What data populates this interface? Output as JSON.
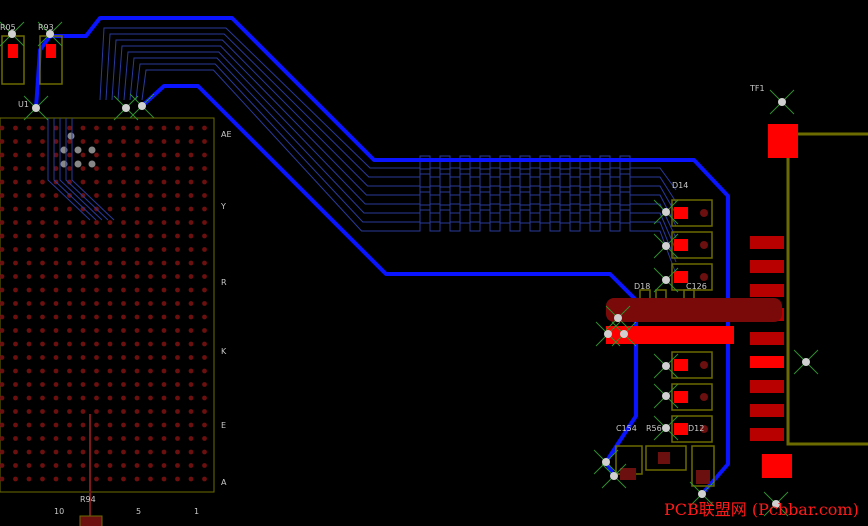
{
  "board": {
    "colors": {
      "background": "#000000",
      "top_trace": "#0a14ff",
      "inner_trace": "#2a3a9a",
      "pad": "#ff0000",
      "via": "#b0b0b0",
      "outline_yellow": "#6b6b00",
      "silkscreen": "#c8c8c8",
      "bga_ball": "#6b0f0f",
      "via_marker": "#2f8f2f"
    },
    "designators": {
      "top_left_cut": "R05",
      "r93": "R93",
      "u1": "U1",
      "tf1": "TF1",
      "d14": "D14",
      "d18": "D18",
      "c126": "C126",
      "d12": "D12",
      "c154": "C154",
      "r56": "R56",
      "r94": "R94"
    },
    "bga_row_labels": [
      "AE",
      "Y",
      "R",
      "K",
      "E",
      "A"
    ],
    "bga_col_labels": [
      "10",
      "5",
      "1"
    ],
    "watermark": "PCB联盟网 (Pcbbar.com)"
  }
}
